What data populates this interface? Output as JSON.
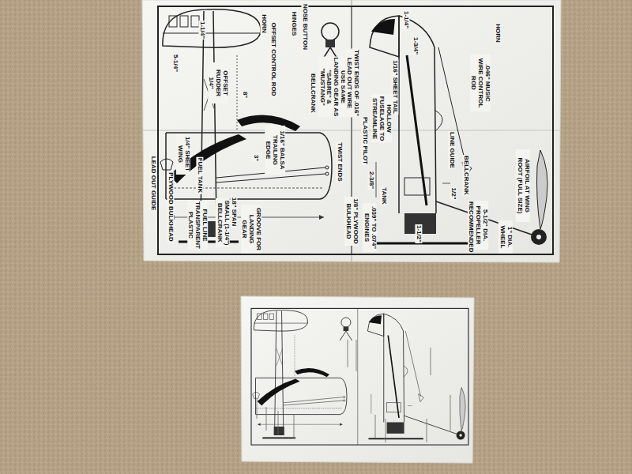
{
  "diagram": {
    "labels": [
      "LEAD OUT GUIDE",
      "PLYWOOD BULKHEAD",
      "FUEL LINE TRANSPARENT PLASTIC",
      "SMALL (1-1/4\") BELLCRANK",
      "GROOVE FOR LANDING GEAR",
      "1/4\" SHEET WING",
      "FUEL TANK",
      "OFFSET RUDDER 1/4\"",
      "5-1/4\"",
      "1-1/4\"",
      "HORN",
      "OFFSET CONTROL ROD",
      "8\"",
      "1/16\" BALSA TRAILING EDGE",
      "3\"",
      "18\" SPAN",
      "HINGES",
      "NOSE BUTTON",
      "BELLCRANK",
      "USE SAME LANDING GEAR AS \"SABRE\" & \"MUSTANG\"",
      "TWIST ENDS OF .016\" LEAD OUT WIRE",
      "TWIST ENDS",
      "PLASTIC PILOT",
      "HOLLOW FUSELAGE TO STREAMLINE",
      "1/16\" SHEET TAIL",
      "1-1/4\"",
      "1-3/4\"",
      "2-3/8\"",
      "TANK",
      "1/8\" PLYWOOD BULKHEAD",
      ".039\" TO .074\" ENGINES",
      "1-1/2\"",
      "LINE GUIDE",
      "BELLCRANK",
      "1/2\"",
      ".046\" MUSIC WIRE CONTROL ROD",
      "HORN",
      "AIRFOIL AT WING ROOT (FULL SIZE)",
      "5-1/2\" DIA. PROPELLER RECOMMENDED",
      "1\" DIA. WHEEL"
    ]
  }
}
